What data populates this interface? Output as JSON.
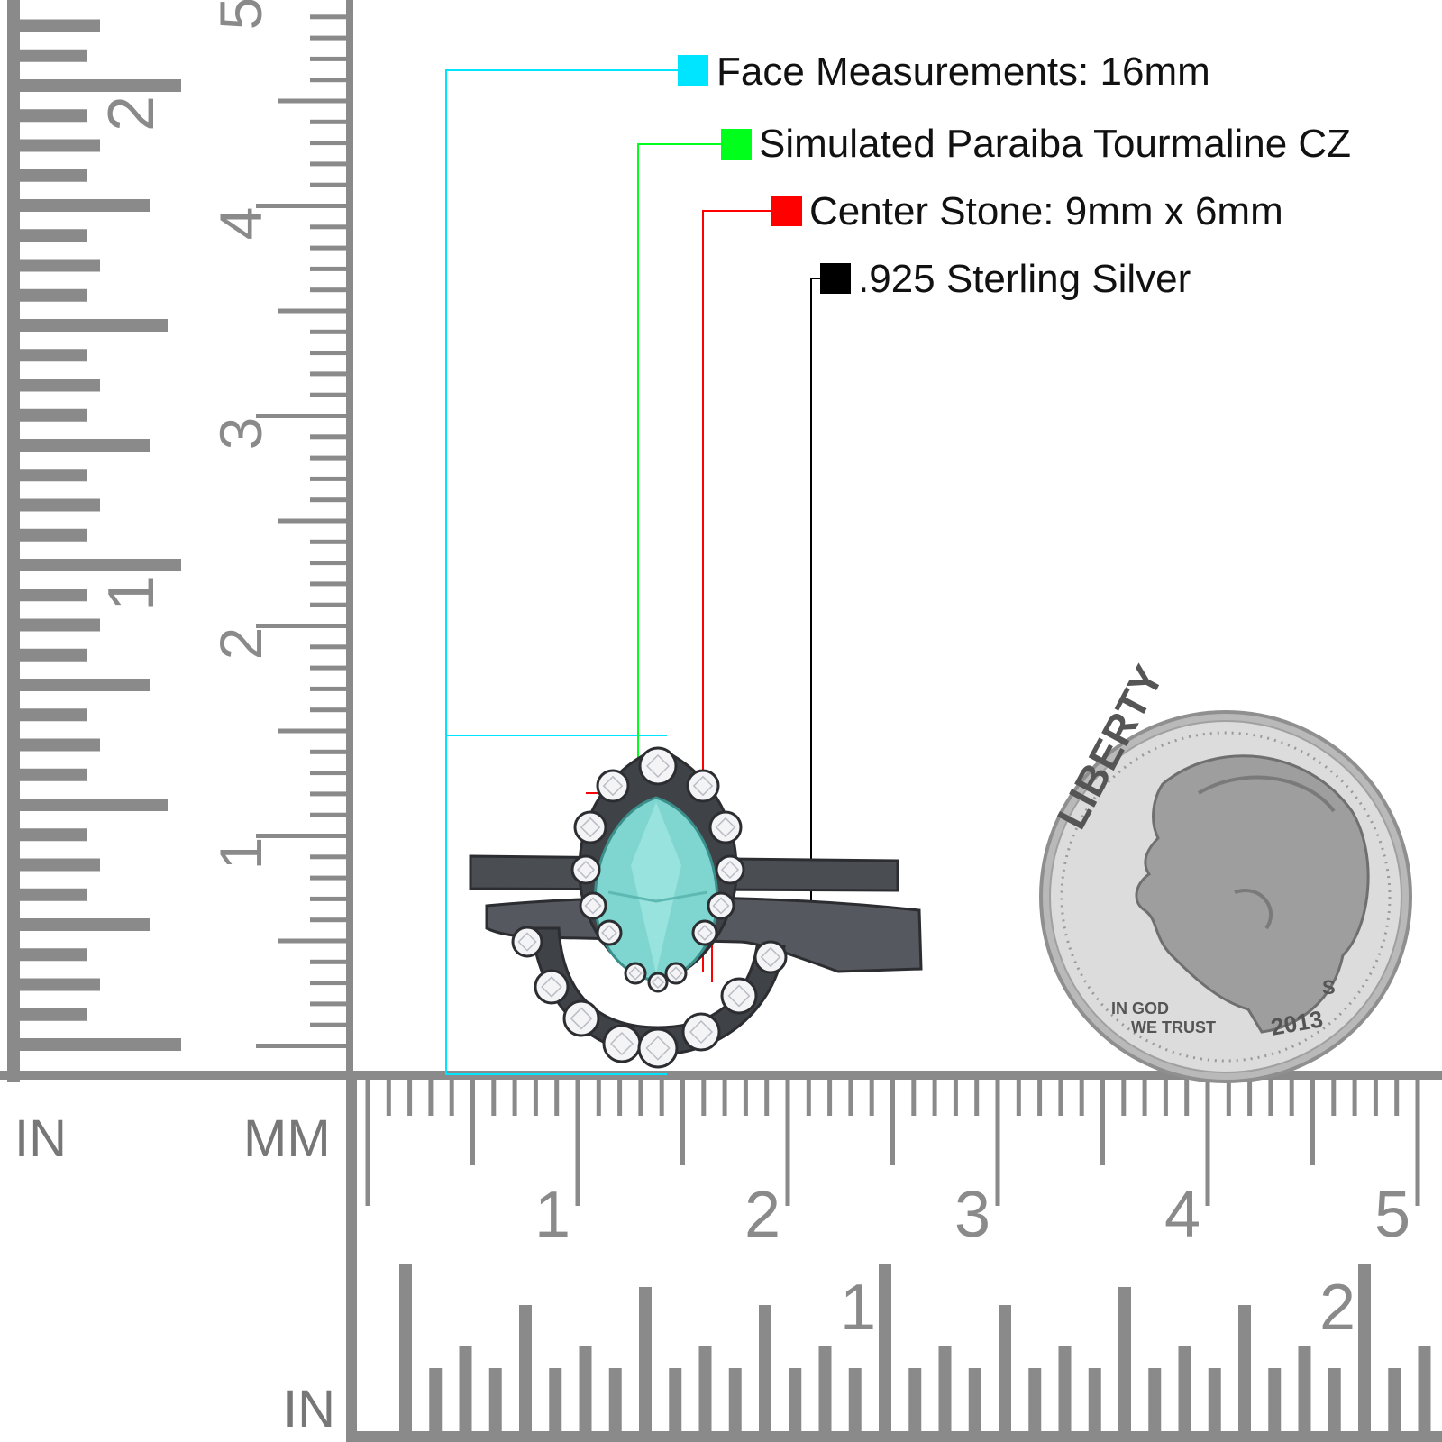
{
  "legend": {
    "face": {
      "label": "Face Measurements: 16mm",
      "color": "#00e5ff"
    },
    "stone_type": {
      "label": "Simulated Paraiba Tourmaline CZ",
      "color": "#00ff1a"
    },
    "center": {
      "label": "Center Stone: 9mm x 6mm",
      "color": "#ff0000"
    },
    "metal": {
      "label": ".925 Sterling Silver",
      "color": "#000000"
    }
  },
  "rulers": {
    "unit_in": "IN",
    "unit_mm": "MM",
    "unit_in_bottom": "IN",
    "left_in_labels": [
      "1",
      "2"
    ],
    "left_cm_labels": [
      "1",
      "2",
      "3",
      "4",
      "5"
    ],
    "bottom_cm_labels": [
      "1",
      "2",
      "3",
      "4",
      "5"
    ],
    "bottom_in_labels": [
      "1",
      "2"
    ]
  },
  "coin": {
    "word": "LIBERTY",
    "motto_line1": "IN GOD",
    "motto_line2": "WE TRUST",
    "year": "2013",
    "mint_mark": "S"
  },
  "product": {
    "gem_color": "#7fd6d0",
    "metal_color": "#4a4d52"
  }
}
